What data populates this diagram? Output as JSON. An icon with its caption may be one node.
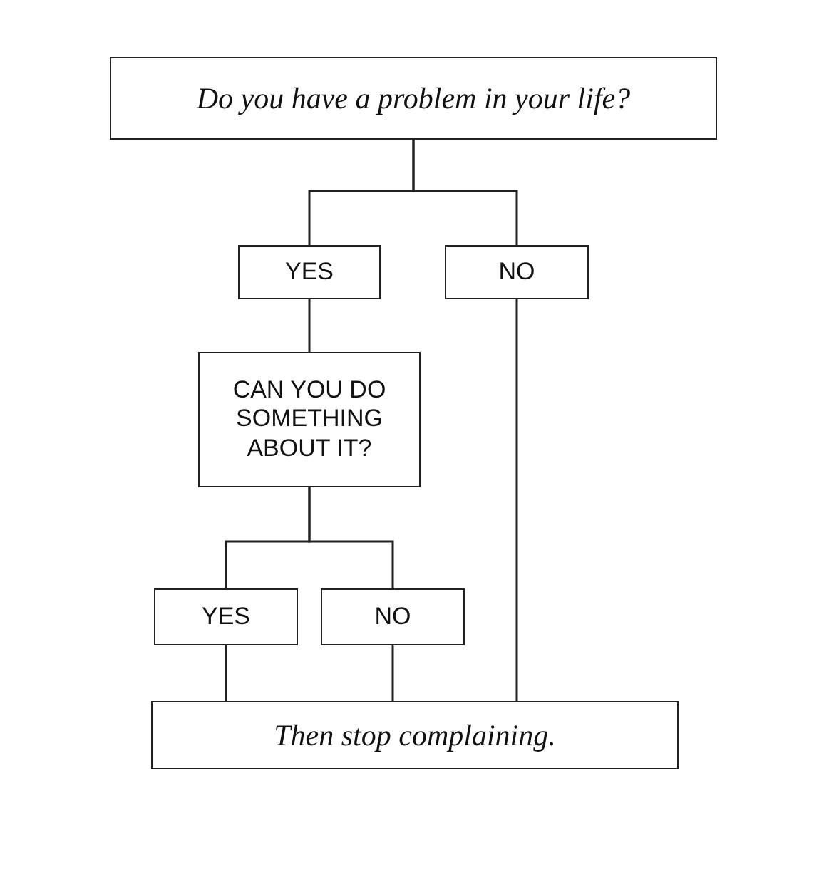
{
  "diagram": {
    "nodes": [
      {
        "text": [
          "Do you have a problem in your life?"
        ]
      },
      {
        "text": [
          "YES"
        ]
      },
      {
        "text": [
          "NO"
        ]
      },
      {
        "text": [
          "CAN YOU DO SOMETHING ABOUT IT?"
        ]
      },
      {
        "text": [
          "YES"
        ]
      },
      {
        "text": [
          "NO"
        ]
      },
      {
        "text": [
          "Then stop complaining."
        ]
      }
    ],
    "edges": [
      {
        "from": 0,
        "to": 1,
        "arrow": "none"
      },
      {
        "from": 0,
        "to": 2,
        "arrow": "none"
      },
      {
        "from": 1,
        "to": 3,
        "arrow": "none"
      },
      {
        "from": 3,
        "to": 4,
        "arrow": "none"
      },
      {
        "from": 3,
        "to": 5,
        "arrow": "none"
      },
      {
        "from": 4,
        "to": 6,
        "arrow": "none"
      },
      {
        "from": 5,
        "to": 6,
        "arrow": "none"
      },
      {
        "from": 2,
        "to": 6,
        "arrow": "none"
      }
    ]
  }
}
